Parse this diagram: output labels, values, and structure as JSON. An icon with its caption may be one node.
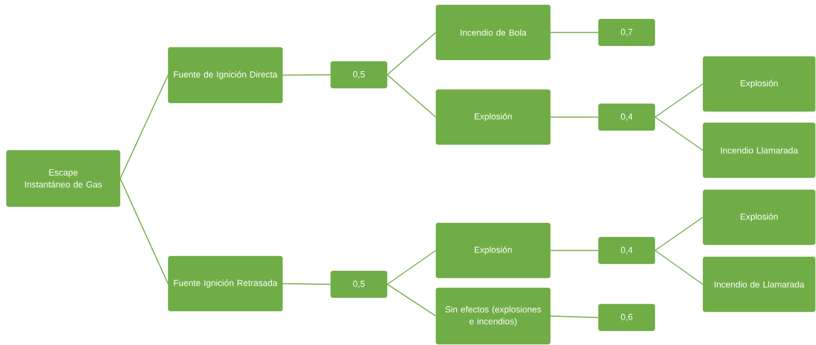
{
  "diagram": {
    "nodes": [
      {
        "text": [
          "Escape Instantáneo de Gas"
        ]
      },
      {
        "text": [
          "Fuente de Ignición Directa"
        ]
      },
      {
        "text": [
          "0,5"
        ]
      },
      {
        "text": [
          "Incendio de Bola"
        ]
      },
      {
        "text": [
          "0,7"
        ]
      },
      {
        "text": [
          "Explosión"
        ]
      },
      {
        "text": [
          "0,4"
        ]
      },
      {
        "text": [
          "Explosión"
        ]
      },
      {
        "text": [
          "Incendio Llamarada"
        ]
      },
      {
        "text": [
          "Fuente Ignición Retrasada"
        ]
      },
      {
        "text": [
          "0,5"
        ]
      },
      {
        "text": [
          "Explosión"
        ]
      },
      {
        "text": [
          "0,4"
        ]
      },
      {
        "text": [
          "Explosión"
        ]
      },
      {
        "text": [
          "Incendio de Llamarada"
        ]
      },
      {
        "text": [
          "Sin efectos (explosiones e incendios)"
        ]
      },
      {
        "text": [
          "0,6"
        ]
      }
    ],
    "edges": [
      {
        "from": 0,
        "to": 1,
        "arrow": "none"
      },
      {
        "from": 0,
        "to": 9,
        "arrow": "none"
      },
      {
        "from": 1,
        "to": 2,
        "arrow": "none"
      },
      {
        "from": 2,
        "to": 3,
        "arrow": "none"
      },
      {
        "from": 2,
        "to": 5,
        "arrow": "none"
      },
      {
        "from": 3,
        "to": 4,
        "arrow": "none"
      },
      {
        "from": 5,
        "to": 6,
        "arrow": "none"
      },
      {
        "from": 6,
        "to": 7,
        "arrow": "none"
      },
      {
        "from": 6,
        "to": 8,
        "arrow": "none"
      },
      {
        "from": 9,
        "to": 10,
        "arrow": "none"
      },
      {
        "from": 10,
        "to": 11,
        "arrow": "none"
      },
      {
        "from": 10,
        "to": 15,
        "arrow": "none"
      },
      {
        "from": 11,
        "to": 12,
        "arrow": "none"
      },
      {
        "from": 12,
        "to": 13,
        "arrow": "none"
      },
      {
        "from": 12,
        "to": 14,
        "arrow": "none"
      },
      {
        "from": 15,
        "to": 16,
        "arrow": "none"
      }
    ]
  }
}
